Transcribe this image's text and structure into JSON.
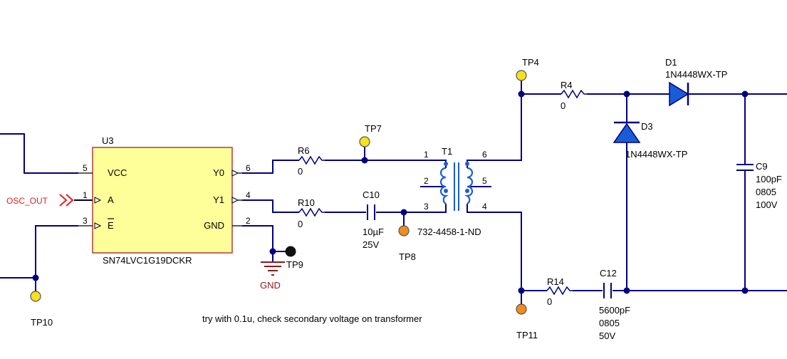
{
  "colors": {
    "wire": "#000080",
    "ic_fill": "#ffff99",
    "ic_border": "#b33b3b",
    "testpoint_yellow": "#f5e11d",
    "testpoint_orange": "#f28c1c",
    "signal_red": "#e02020",
    "ground_red": "#8b1a1a",
    "transformer": "#1a5cd8"
  },
  "ic": {
    "refdes": "U3",
    "part": "SN74LVC1G19DCKR",
    "pins": {
      "vcc": {
        "num": "5",
        "name": "VCC"
      },
      "a": {
        "num": "1",
        "name": "A"
      },
      "e": {
        "num": "3",
        "name": "E"
      },
      "y0": {
        "num": "6",
        "name": "Y0"
      },
      "y1": {
        "num": "4",
        "name": "Y1"
      },
      "gnd": {
        "num": "2",
        "name": "GND"
      }
    }
  },
  "net_osc_out": "OSC_OUT",
  "gnd_label": "GND",
  "resistors": {
    "r6": {
      "ref": "R6",
      "value": "0"
    },
    "r10": {
      "ref": "R10",
      "value": "0"
    },
    "r4": {
      "ref": "R4",
      "value": "0"
    },
    "r14": {
      "ref": "R14",
      "value": "0"
    }
  },
  "capacitors": {
    "c10": {
      "ref": "C10",
      "value": "10µF",
      "rating": "25V"
    },
    "c12": {
      "ref": "C12",
      "value": "5600pF",
      "package": "0805",
      "rating": "50V"
    },
    "c9": {
      "ref": "C9",
      "value": "100pF",
      "package": "0805",
      "rating": "100V"
    }
  },
  "diodes": {
    "d1": {
      "ref": "D1",
      "part": "1N4448WX-TP"
    },
    "d3": {
      "ref": "D3",
      "part": "1N4448WX-TP"
    }
  },
  "transformer": {
    "ref": "T1",
    "part": "732-4458-1-ND",
    "pins": {
      "p1": "1",
      "p2": "2",
      "p3": "3",
      "p4": "4",
      "p5": "5",
      "p6": "6"
    }
  },
  "testpoints": {
    "tp4": "TP4",
    "tp7": "TP7",
    "tp8": "TP8",
    "tp9": "TP9",
    "tp10": "TP10",
    "tp11": "TP11"
  },
  "note": "try with 0.1u, check secondary voltage on transformer"
}
